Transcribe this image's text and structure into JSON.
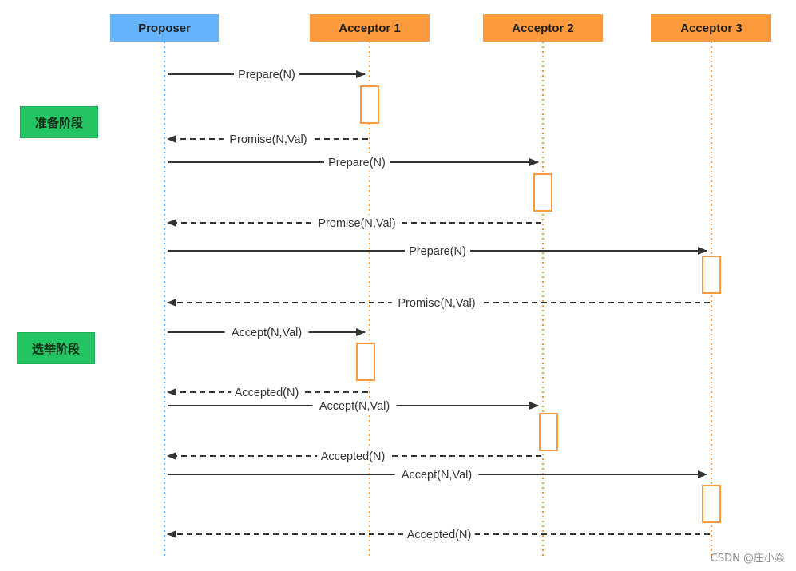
{
  "actors": {
    "proposer": "Proposer",
    "acceptor1": "Acceptor 1",
    "acceptor2": "Acceptor 2",
    "acceptor3": "Acceptor 3"
  },
  "phases": {
    "prepare": "准备阶段",
    "accept": "选举阶段"
  },
  "messages": [
    {
      "label": "Prepare(N)",
      "from": "proposer",
      "to": "acceptor1",
      "style": "solid"
    },
    {
      "label": "Promise(N,Val)",
      "from": "acceptor1",
      "to": "proposer",
      "style": "dashed"
    },
    {
      "label": "Prepare(N)",
      "from": "proposer",
      "to": "acceptor2",
      "style": "solid"
    },
    {
      "label": "Promise(N,Val)",
      "from": "acceptor2",
      "to": "proposer",
      "style": "dashed"
    },
    {
      "label": "Prepare(N)",
      "from": "proposer",
      "to": "acceptor3",
      "style": "solid"
    },
    {
      "label": "Promise(N,Val)",
      "from": "acceptor3",
      "to": "proposer",
      "style": "dashed"
    },
    {
      "label": "Accept(N,Val)",
      "from": "proposer",
      "to": "acceptor1",
      "style": "solid"
    },
    {
      "label": "Accepted(N)",
      "from": "acceptor1",
      "to": "proposer",
      "style": "dashed"
    },
    {
      "label": "Accept(N,Val)",
      "from": "proposer",
      "to": "acceptor2",
      "style": "solid"
    },
    {
      "label": "Accepted(N)",
      "from": "acceptor2",
      "to": "proposer",
      "style": "dashed"
    },
    {
      "label": "Accept(N,Val)",
      "from": "proposer",
      "to": "acceptor3",
      "style": "solid"
    },
    {
      "label": "Accepted(N)",
      "from": "acceptor3",
      "to": "proposer",
      "style": "dashed"
    }
  ],
  "watermark": "CSDN @庄小焱",
  "colors": {
    "proposer": "#64b3fb",
    "acceptor": "#fb9a3c",
    "phase": "#24c463",
    "arrow": "#333333"
  }
}
